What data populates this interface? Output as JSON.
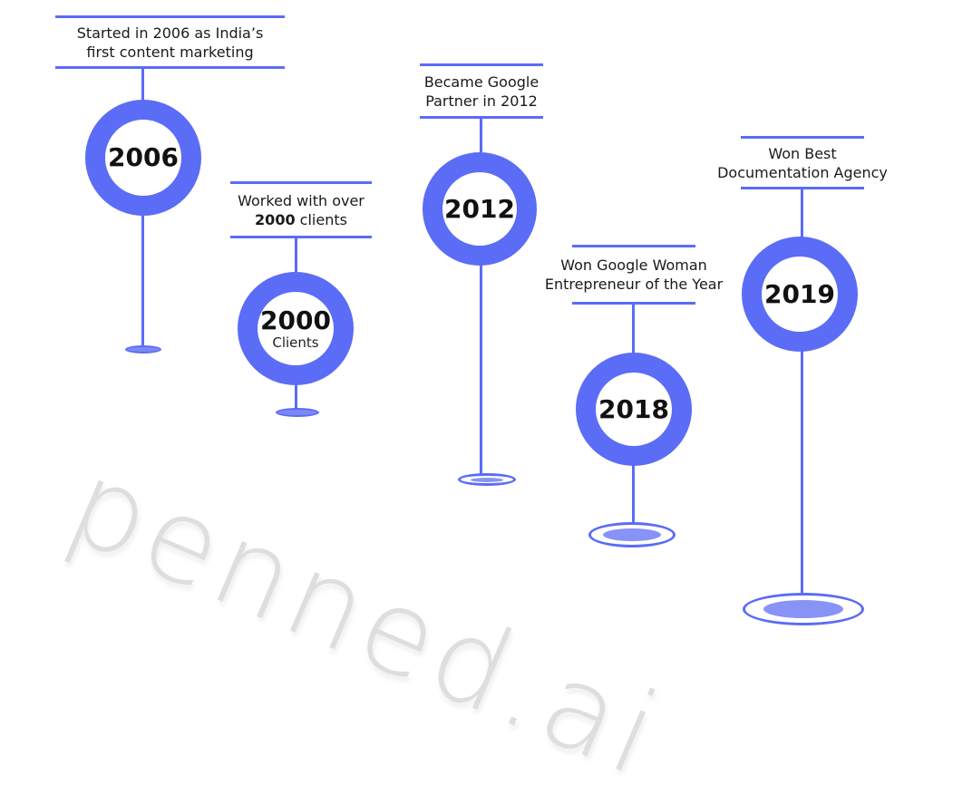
{
  "watermark": "penned.ai",
  "accent_color": "#5b6cf6",
  "milestones": [
    {
      "year": "2006",
      "caption": [
        "Started in 2006 as India’s",
        "first content marketing"
      ]
    },
    {
      "year": "2000",
      "year_sub": "Clients",
      "caption_prefix": "Worked with over",
      "caption_bold": "2000",
      "caption_suffix": " clients"
    },
    {
      "year": "2012",
      "caption": [
        "Became Google",
        "Partner in 2012"
      ]
    },
    {
      "year": "2018",
      "caption": [
        "Won Google Woman",
        "Entrepreneur of the Year"
      ]
    },
    {
      "year": "2019",
      "caption": [
        "Won Best",
        "Documentation Agency"
      ]
    }
  ]
}
